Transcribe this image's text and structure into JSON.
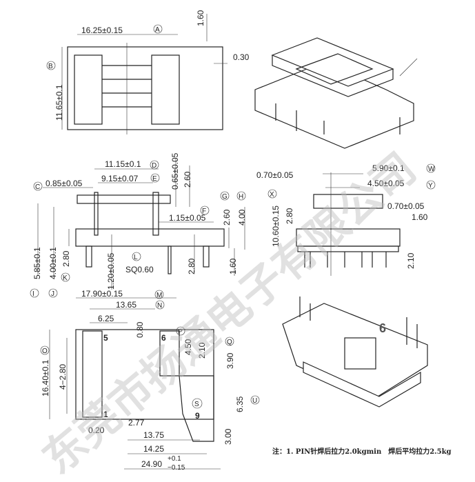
{
  "watermark": "东莞市扬通电子有限公司",
  "top_view": {
    "width": "16.25±0.15",
    "tab": "1.60",
    "gap": "0.30",
    "height": "11.65±0.1",
    "ref_a": "A",
    "ref_b": "B"
  },
  "front_view": {
    "c": "0.85±0.05",
    "d": "11.15±0.1",
    "e": "9.15±0.07",
    "h065": "0.65±0.05",
    "h260a": "2.60",
    "f": "1.15±0.05",
    "g": "2.60",
    "h": "4.00",
    "i": "5.85±0.1",
    "j": "4.00±0.1",
    "k": "2.80",
    "l": "SQ0.60",
    "p120": "1.20±0.05",
    "p280": "2.80",
    "p160": "1.60",
    "refs": [
      "C",
      "D",
      "E",
      "F",
      "G",
      "H",
      "I",
      "J",
      "K",
      "L"
    ]
  },
  "side_view": {
    "a070": "0.70±0.05",
    "w": "5.90±0.1",
    "y": "4.50±0.05",
    "x": "10.60±0.15",
    "h280": "2.80",
    "b070": "0.70±0.05",
    "h160": "1.60",
    "h210": "2.10",
    "refs": [
      "W",
      "Y",
      "X"
    ]
  },
  "bottom_view": {
    "m": "17.90±0.15",
    "n": "13.65",
    "d625": "6.25",
    "d080": "0.80",
    "pin5": "5",
    "pin6": "6",
    "d450": "4.50",
    "d210": "2.10",
    "d390": "3.90",
    "o": "16.40±0.1",
    "pitch": "4−2.80",
    "pin1": "1",
    "pin9": "9",
    "d635": "6.35",
    "d020": "0.20",
    "d277": "2.77",
    "d1375": "13.75",
    "d1425": "14.25",
    "d300": "3.00",
    "total": "24.90",
    "tol_plus": "+0.1",
    "tol_minus": "−0.15",
    "refs": [
      "M",
      "N",
      "P",
      "Q",
      "O",
      "U"
    ],
    "logo": "S"
  },
  "iso_view": {
    "pin_label": "6"
  },
  "note": "注：1. PIN针焊后拉力2.0kgmin　焊后平均拉力2.5kg"
}
